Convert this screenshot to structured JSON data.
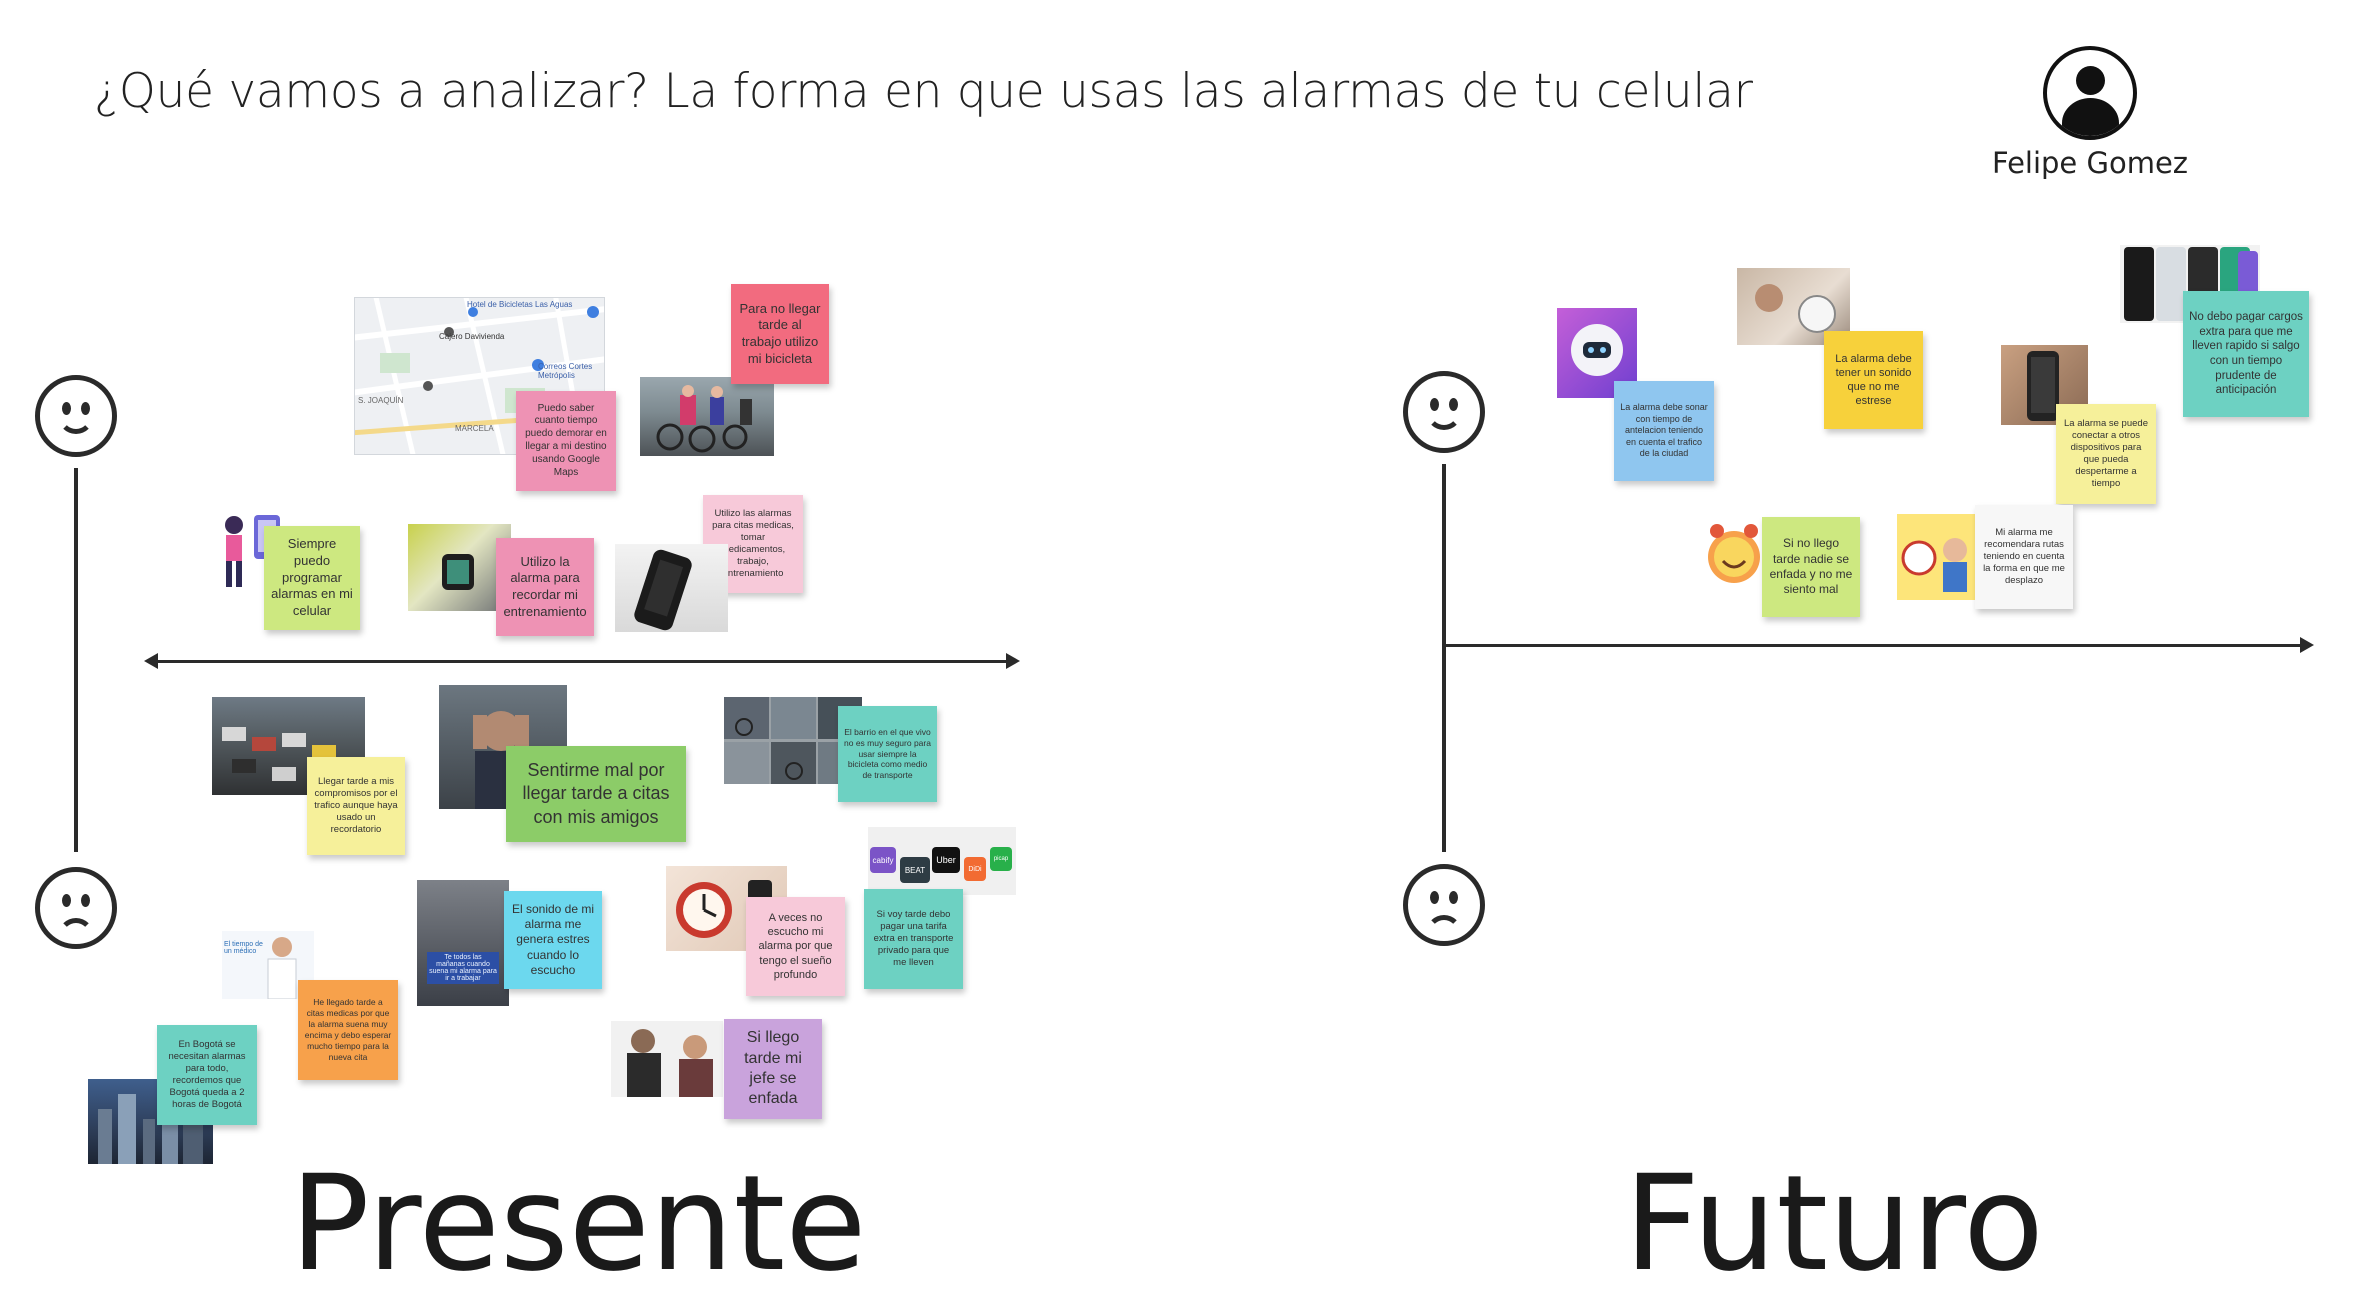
{
  "header": {
    "title": "¿Qué vamos a analizar? La forma en que usas las alarmas de tu celular",
    "user_name": "Felipe Gomez"
  },
  "sections": {
    "present_label": "Presente",
    "future_label": "Futuro"
  },
  "colors": {
    "pink": "#ee92b4",
    "light_pink": "#f7c9d9",
    "red_pink": "#f26b7f",
    "lime": "#cde880",
    "green": "#8ccc68",
    "teal": "#6dd1c2",
    "cyan": "#6cd8ee",
    "light_yellow": "#f6f09a",
    "yellow": "#f7d13b",
    "orange": "#f7a14b",
    "purple": "#c9a3dc",
    "blue": "#8fc6ef",
    "white": "#f7f7f7"
  },
  "present_notes": {
    "bike": "Para no llegar tarde al trabajo utilizo mi bicicleta",
    "maps": "Puedo saber cuanto tiempo puedo demorar en llegar a mi destino usando Google Maps",
    "medical": "Utilizo las alarmas para citas medicas, tomar medicamentos, trabajo, entrenamiento",
    "program": "Siempre puedo programar alarmas en mi celular",
    "training": "Utilizo la alarma para recordar mi entrenamiento",
    "traffic": "Llegar tarde a mis compromisos por el trafico aunque haya usado un recordatorio",
    "feel_bad": "Sentirme mal por llegar tarde a citas con mis amigos",
    "neighborhood": "El barrio en el que vivo no es muy seguro para usar siempre la bicicleta como medio de transporte",
    "stress": "El sonido de mi alarma me genera estres cuando lo escucho",
    "deep_sleep": "A veces no escucho mi alarma por que tengo el sueño profundo",
    "private_transport": "Si voy tarde debo pagar una tarifa extra en transporte privado para que me lleven",
    "doctor_late": "He llegado tarde a citas medicas por que la alarma suena muy encima y debo esperar mucho tiempo para la nueva cita",
    "bogota": "En Bogotá se necesitan alarmas para todo, recordemos que Bogotá queda a 2 horas de Bogotá",
    "boss": "Si llego tarde mi jefe se enfada"
  },
  "future_notes": {
    "traffic_alarm": "La alarma debe sonar con tiempo de antelacion teniendo en cuenta el trafico de la ciudad",
    "no_stress_sound": "La alarma debe tener un sonido que no me estrese",
    "no_extra_charge": "No debo pagar cargos extra para que me lleven rapido si salgo con un tiempo prudente de anticipación",
    "devices": "La alarma se puede conectar a otros dispositivos para que pueda despertarme a tiempo",
    "not_late": "Si no llego tarde nadie se enfada y no me siento mal",
    "routes": "Mi alarma me recomendara rutas teniendo en cuenta la forma en que me desplazo"
  },
  "image_text": {
    "map_label_1": "Hotel de Bicicletas Las Aguas",
    "map_label_2": "Cajero Davivienda",
    "map_label_3": "Correos Cortes Metrópolis",
    "map_label_4": "MARCELA",
    "map_label_5": "S. JOAQUÍN",
    "phone_caption": "Te todos las mañanas cuando suena mi alarma para ir a trabajar",
    "doctor_caption": "El tiempo de un médico",
    "app_uber": "Uber",
    "app_beat": "BEAT",
    "app_cabify": "cabify",
    "app_didi": "DiDi",
    "app_picap": "picap"
  }
}
